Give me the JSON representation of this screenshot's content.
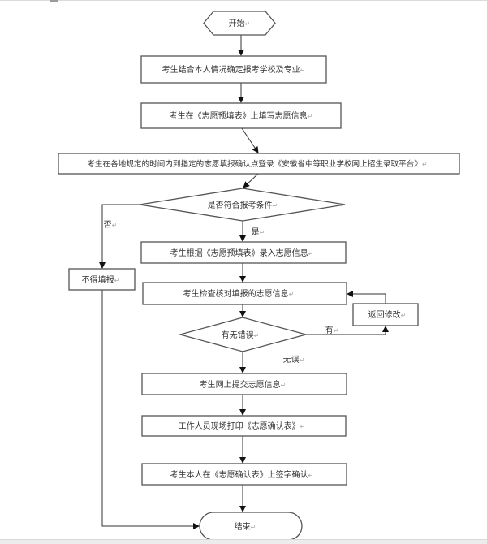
{
  "diagram": {
    "type": "flowchart",
    "nodes": {
      "start": "开始",
      "step_choose": "考生结合本人情况确定报考学校及专业",
      "step_fill_form": "考生在《志愿预填表》上填写志愿信息",
      "step_login": "考生在各地规定的时间内到指定的志愿填报确认点登录《安徽省中等职业学校网上招生录取平台》",
      "decision_eligible": "是否符合报考条件",
      "not_allowed": "不得填报",
      "step_enter": "考生根据《志愿预填表》录入志愿信息",
      "step_check": "考生检查核对填报的志愿信息",
      "decision_errors": "有无错误",
      "return_modify": "返回修改",
      "step_submit": "考生网上提交志愿信息",
      "step_print": "工作人员现场打印《志愿确认表》",
      "step_sign": "考生本人在《志愿确认表》上签字确认",
      "end": "结束"
    },
    "edge_labels": {
      "no": "否",
      "yes": "是",
      "has_error": "有",
      "no_error": "无误"
    },
    "paragraph_mark": "↵"
  }
}
